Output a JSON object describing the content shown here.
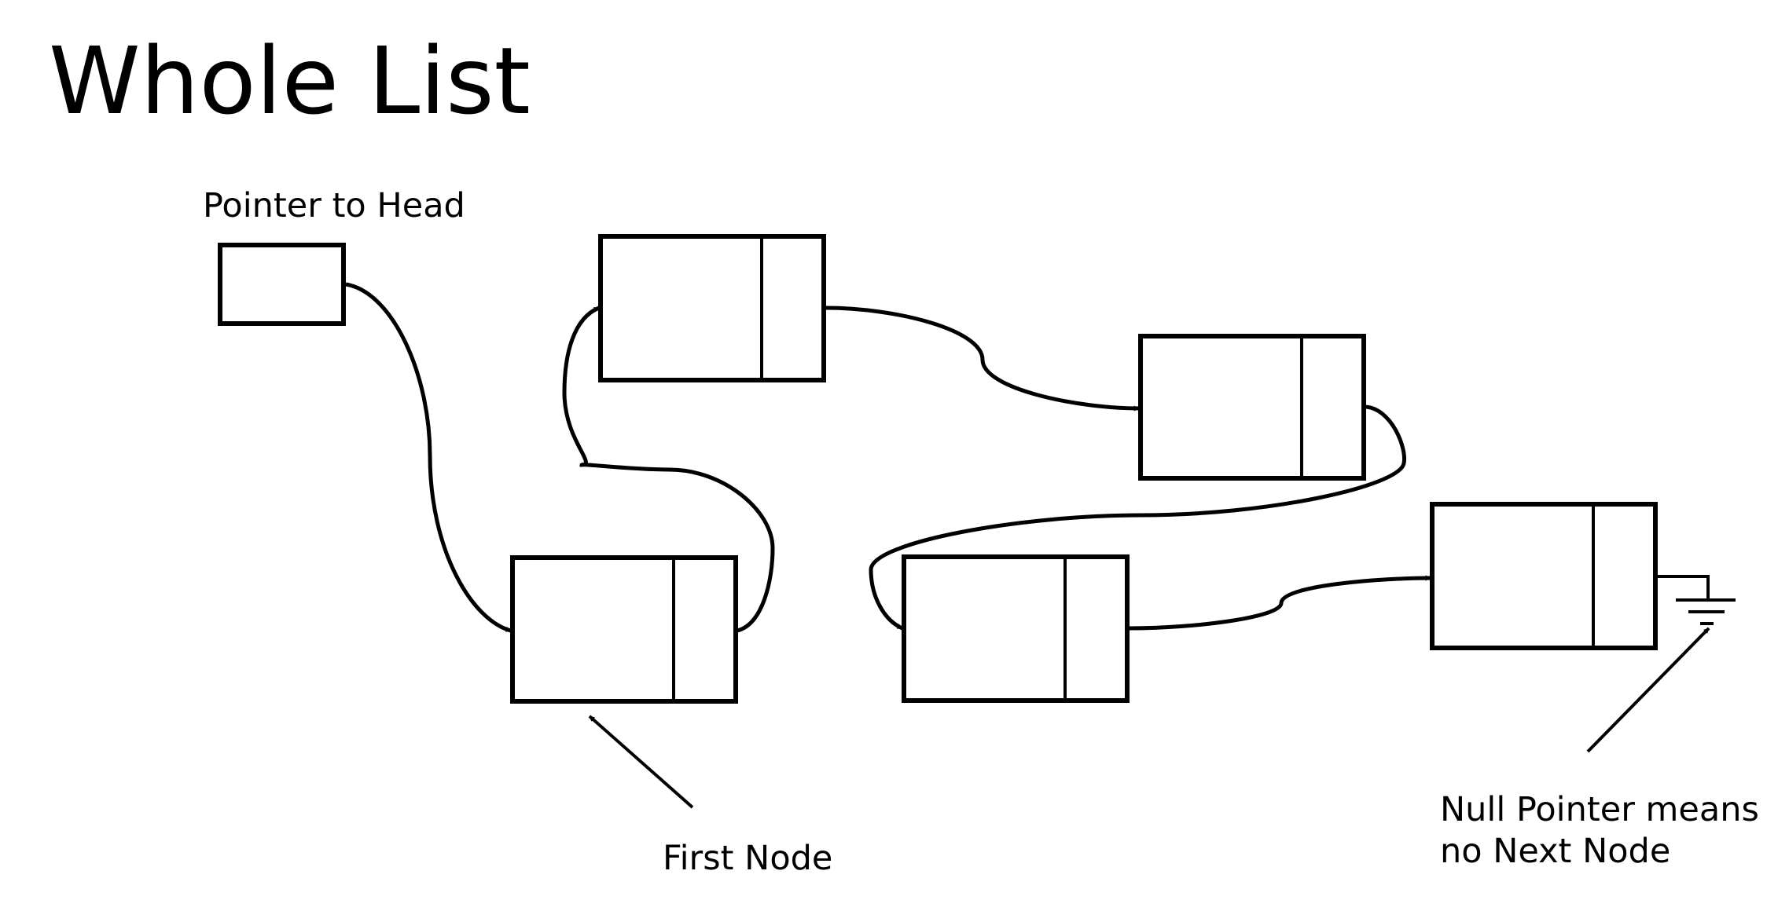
{
  "title": "Whole List",
  "labels": {
    "head_pointer": "Pointer to Head",
    "first_node": "First Node",
    "null_pointer_line1": "Null Pointer means",
    "null_pointer_line2": "no Next Node"
  },
  "colors": {
    "background": "#ffffff",
    "stroke": "#000000",
    "text": "#000000"
  },
  "icons": [
    "ground-symbol-icon",
    "arrowhead-icon"
  ]
}
